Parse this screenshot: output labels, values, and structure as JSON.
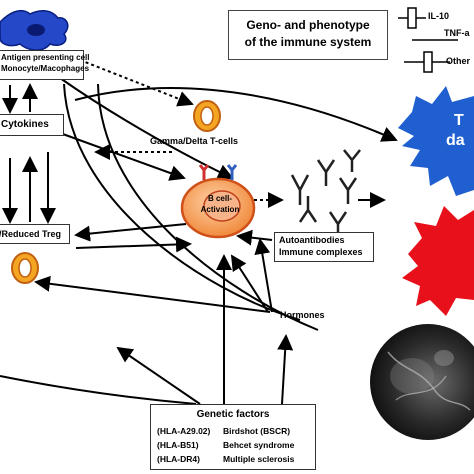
{
  "diagram": {
    "title_line1": "Geno- and phenotype",
    "title_line2": "of the immune system",
    "legend": {
      "il10": "IL-10",
      "tnf": "TNF-a",
      "other": "Other"
    },
    "apc_line1": "Antigen presenting cell",
    "apc_line2": "Monocyte/Macophages",
    "cytokines": "Cytokines",
    "treg": "/Reduced Treg",
    "gamma_delta": "Gamma/Delta T-cells",
    "bcell_line1": "B cell-",
    "bcell_line2": "Activation",
    "autoantibodies_line1": "Autoantibodies",
    "autoantibodies_line2": "Immune complexes",
    "hormones": "Hormones",
    "genetic": {
      "title": "Genetic factors",
      "rows": [
        {
          "hla": "(HLA-A29.02)",
          "disease": "Birdshot (BSCR)"
        },
        {
          "hla": "(HLA-B51)",
          "disease": "Behcet syndrome"
        },
        {
          "hla": "(HLA-DR4)",
          "disease": "Multiple sclerosis"
        }
      ]
    },
    "star_blue_text1": "T",
    "star_blue_text2": "da",
    "colors": {
      "star_blue": "#1f5fd0",
      "star_red": "#e8101a",
      "cell_orange": "#f4a460",
      "cell_blue": "#1e3cb4"
    }
  }
}
